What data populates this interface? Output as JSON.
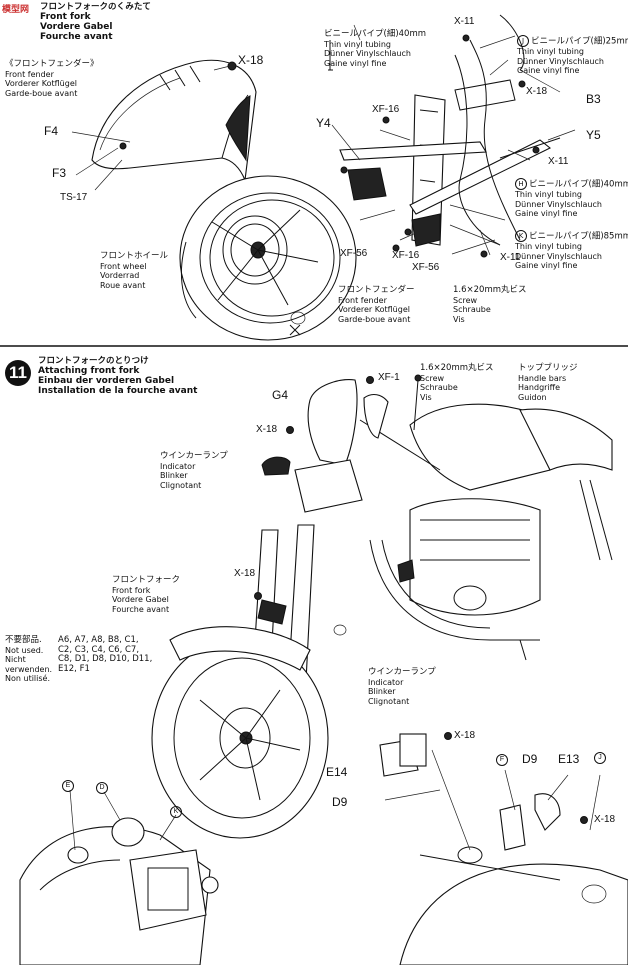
{
  "watermark": "模型网",
  "step10": {
    "title": [
      "フロントフォークのくみたて",
      "Front fork",
      "Vordere Gabel",
      "Fourche avant"
    ],
    "front_fender_label": [
      "《フロントフェンダー》",
      "Front fender",
      "Vorderer Kotflügel",
      "Garde-boue avant"
    ],
    "front_wheel_label": [
      "フロントホイール",
      "Front wheel",
      "Vorderrad",
      "Roue avant"
    ],
    "front_fender_label2": [
      "フロントフェンダー",
      "Front fender",
      "Vorderer Kotflügel",
      "Garde-boue avant"
    ],
    "vinyl_40_top": [
      "ビニールパイプ(細)40mm",
      "Thin vinyl tubing",
      "Dünner Vinylschlauch",
      "Gaine vinyl fine"
    ],
    "vinyl_25": [
      "ビニールパイプ(細)25mm",
      "Thin vinyl tubing",
      "Dünner Vinylschlauch",
      "Gaine vinyl fine"
    ],
    "vinyl_40_h": [
      "ビニールパイプ(細)40mm",
      "Thin vinyl tubing",
      "Dünner Vinylschlauch",
      "Gaine vinyl fine"
    ],
    "vinyl_85": [
      "ビニールパイプ(細)85mm",
      "Thin vinyl tubing",
      "Dünner Vinylschlauch",
      "Gaine vinyl fine"
    ],
    "screw": [
      "1.6×20mm丸ビス",
      "Screw",
      "Schraube",
      "Vis"
    ],
    "parts": {
      "x18": "X-18",
      "f4": "F4",
      "f3": "F3",
      "ts17": "TS-17",
      "xf16a": "XF-16",
      "y4": "Y4",
      "xf56a": "XF-56",
      "x11a": "X-11",
      "x18b": "X-18",
      "b3": "B3",
      "y5": "Y5",
      "x11b": "X-11",
      "xf16b": "XF-16",
      "xf56b": "XF-56",
      "x11c": "X-11",
      "j": "J",
      "h": "H",
      "k": "K"
    }
  },
  "step11": {
    "number": "11",
    "title": [
      "フロントフォークのとりつけ",
      "Attaching front fork",
      "Einbau der vorderen Gabel",
      "Installation de la fourche avant"
    ],
    "screw": [
      "1.6×20mm丸ビス",
      "Screw",
      "Schraube",
      "Vis"
    ],
    "handle": [
      "トップブリッジ",
      "Handle bars",
      "Handgriffe",
      "Guidon"
    ],
    "indicator1": [
      "ウインカーランプ",
      "Indicator",
      "Blinker",
      "Clignotant"
    ],
    "fork": [
      "フロントフォーク",
      "Front fork",
      "Vordere Gabel",
      "Fourche avant"
    ],
    "indicator2": [
      "ウインカーランプ",
      "Indicator",
      "Blinker",
      "Clignotant"
    ],
    "not_used_labels": [
      "不要部品.",
      "Not used.",
      "Nicht",
      "verwenden.",
      "Non utilisé."
    ],
    "not_used_parts": [
      "A6, A7, A8, B8, C1,",
      "C2, C3, C4, C6, C7,",
      "C8, D1, D8, D10, D11,",
      "E12, F1"
    ],
    "parts": {
      "xf1": "XF-1",
      "g4": "G4",
      "x18a": "X-18",
      "x18b": "X-18",
      "x18c": "X-18",
      "x18d": "X-18",
      "e14": "E14",
      "d9a": "D9",
      "d9b": "D9",
      "e13": "E13",
      "f": "F",
      "j": "J",
      "e": "E",
      "d": "D",
      "k": "K"
    }
  }
}
